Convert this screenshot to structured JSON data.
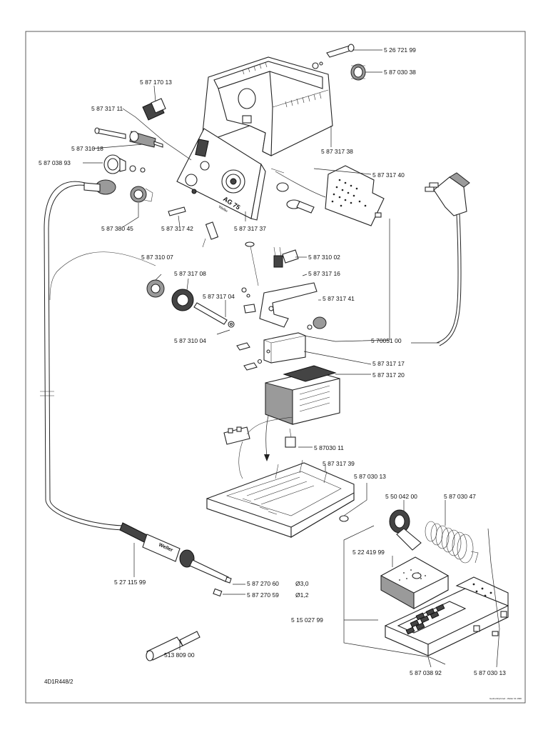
{
  "drawing_code": "4D1R448/2",
  "footer_note": "Gedruckt/printed - Weller 01.1996",
  "labels": {
    "p526721_99": "5 26 721 99",
    "p587030_38": "5 87 030 38",
    "p587170_13": "5 87 170 13",
    "p587317_11": "5 87 317 11",
    "p587310_18": "5 87 310 18",
    "p587038_93": "5 87 038 93",
    "p587317_38": "5 87 317 38",
    "p587317_40": "5 87 317 40",
    "p587380_45": "5 87 380 45",
    "p587317_42": "5 87 317 42",
    "p587317_37": "5 87 317 37",
    "p587310_07": "5 87 310 07",
    "p587310_02": "5 87 310 02",
    "p587317_08": "5 87 317 08",
    "p587317_16": "5 87 317 16",
    "p587317_04": "5 87 317 04",
    "p587317_41": "5 87 317 41",
    "p570051_00": "5 70051 00",
    "p587310_04": "5 87 310 04",
    "p587317_17": "5 87 317 17",
    "p587317_20": "5 87 317 20",
    "p587030_11": "5 87030 11",
    "p587317_39": "5 87 317 39",
    "p587030_13a": "5 87 030 13",
    "p550042_00": "5 50 042 00",
    "p587030_47": "5 87 030 47",
    "p522419_99": "5 22 419 99",
    "p527115_99": "5 27 115 99",
    "p587270_60": "5 87 270 60",
    "p587270_60_dia": "Ø3,0",
    "p587270_59": "5 87 270 59",
    "p587270_59_dia": "Ø1,2",
    "p515027_99": "5 15 027 99",
    "p513809_00": "513 809 00",
    "p587038_92": "5 87 038 92",
    "p587030_13b": "5 87 030 13"
  },
  "panel_text": {
    "model": "AG 75",
    "brand": "Weller"
  },
  "iron_brand": "Weller"
}
